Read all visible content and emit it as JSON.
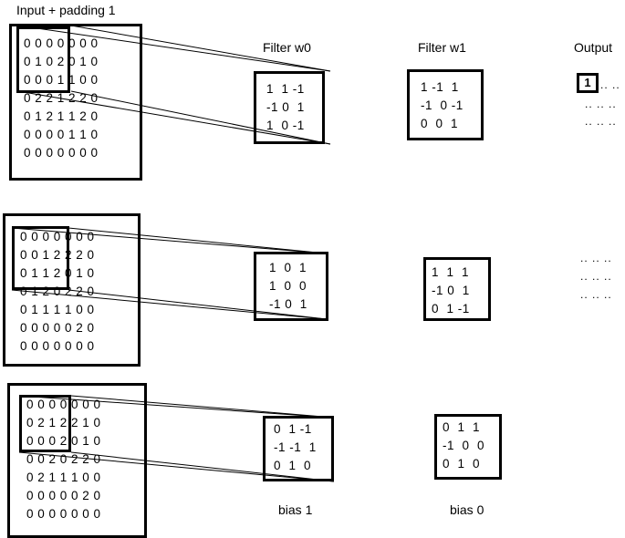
{
  "labels": {
    "input": "Input + padding 1",
    "filter_w0": "Filter w0",
    "filter_w1": "Filter w1",
    "output": "Output",
    "bias_w0": "bias 1",
    "bias_w1": "bias 0"
  },
  "inputs": [
    {
      "rows": [
        "0 0 0 0 0 0 0",
        "0 1 0 2 0 1 0",
        "0 0 0 1 1 0 0",
        "0 2 2 1 2 2 0",
        "0 1 2 1 1 2 0",
        "0 0 0 0 1 1 0",
        "0 0 0 0 0 0 0"
      ]
    },
    {
      "rows": [
        "0 0 0 0 0 0 0",
        "0 0 1 2 2 2 0",
        "0 1 1 2 0 1 0",
        "0 1 2 0 2 2 0",
        "0 1 1 1 1 0 0",
        "0 0 0 0 0 2 0",
        "0 0 0 0 0 0 0"
      ]
    },
    {
      "rows": [
        "0 0 0 0 0 0 0",
        "0 2 1 2 2 1 0",
        "0 0 0 2 0 1 0",
        "0 0 2 0 2 2 0",
        "0 2 1 1 1 0 0",
        "0 0 0 0 0 2 0",
        "0 0 0 0 0 0 0"
      ]
    }
  ],
  "w0": [
    {
      "rows": [
        "1  1 -1",
        "-1 0  1",
        "1  0 -1"
      ]
    },
    {
      "rows": [
        "1  0  1",
        "1  0  0",
        "-1 0  1"
      ]
    },
    {
      "rows": [
        "0  1 -1",
        "-1 -1  1",
        "0  1  0"
      ]
    }
  ],
  "w1": [
    {
      "rows": [
        "1 -1  1",
        "-1  0 -1",
        "0  0  1"
      ]
    },
    {
      "rows": [
        "1  1  1",
        "-1 0  1",
        "0  1 -1"
      ]
    },
    {
      "rows": [
        "0  1  1",
        "-1  0  0",
        "0  1  0"
      ]
    }
  ],
  "output": {
    "first_value": "1",
    "dots_row1": ".. ..",
    "dots_row": ".. .. ..",
    "dots_mid": ".. .. .."
  }
}
